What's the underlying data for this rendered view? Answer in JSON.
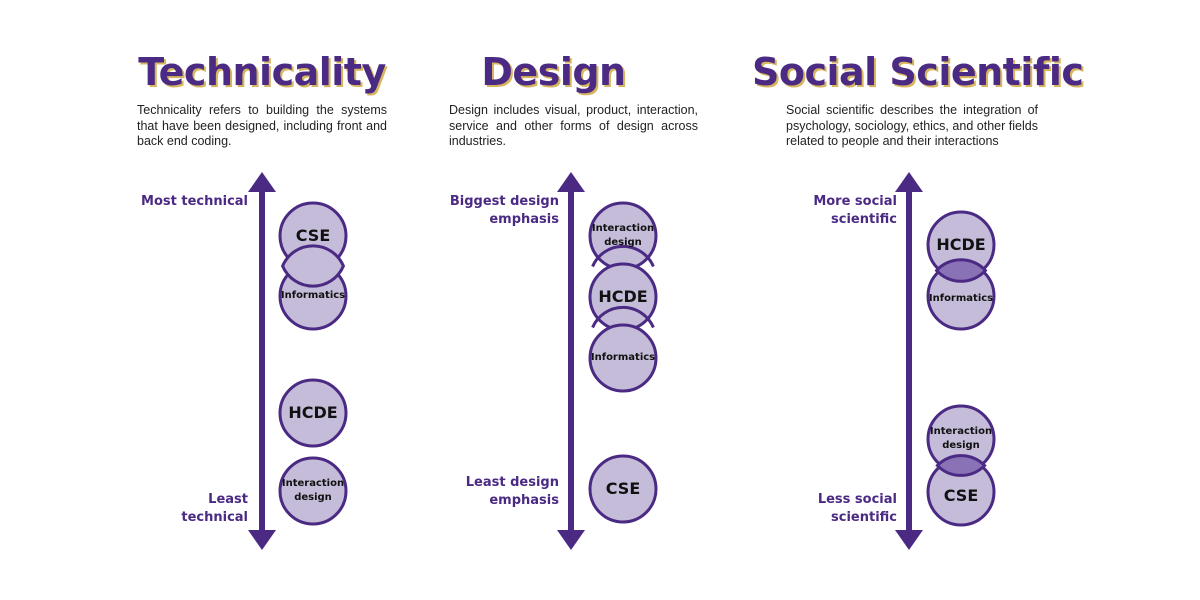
{
  "colors": {
    "accent": "#4b2a84",
    "circle_fill": "#c4bcd8",
    "circle_overlap": "#8a72b7",
    "title_shadow": "#d8b660"
  },
  "columns": [
    {
      "title": "Technicality",
      "description": "Technicality refers to building the systems that have been designed, including front and back end coding.",
      "top_label": "Most technical",
      "bottom_label": "Least technical",
      "circles": [
        {
          "label": "CSE"
        },
        {
          "label": "Informatics"
        },
        {
          "label": "HCDE"
        },
        {
          "label": "Interaction design"
        }
      ]
    },
    {
      "title": "Design",
      "description": "Design includes visual, product, interaction, service and other forms of design across industries.",
      "top_label": "Biggest design emphasis",
      "bottom_label": "Least design emphasis",
      "circles": [
        {
          "label": "Interaction design"
        },
        {
          "label": "HCDE"
        },
        {
          "label": "Informatics"
        },
        {
          "label": "CSE"
        }
      ]
    },
    {
      "title": "Social Scientific",
      "description": "Social scientific describes the integration of psychology, sociology, ethics, and other fields related to people and their interactions",
      "top_label": "More social scientific",
      "bottom_label": "Less social scientific",
      "circles": [
        {
          "label": "HCDE"
        },
        {
          "label": "Informatics"
        },
        {
          "label": "Interaction design"
        },
        {
          "label": "CSE"
        }
      ]
    }
  ]
}
